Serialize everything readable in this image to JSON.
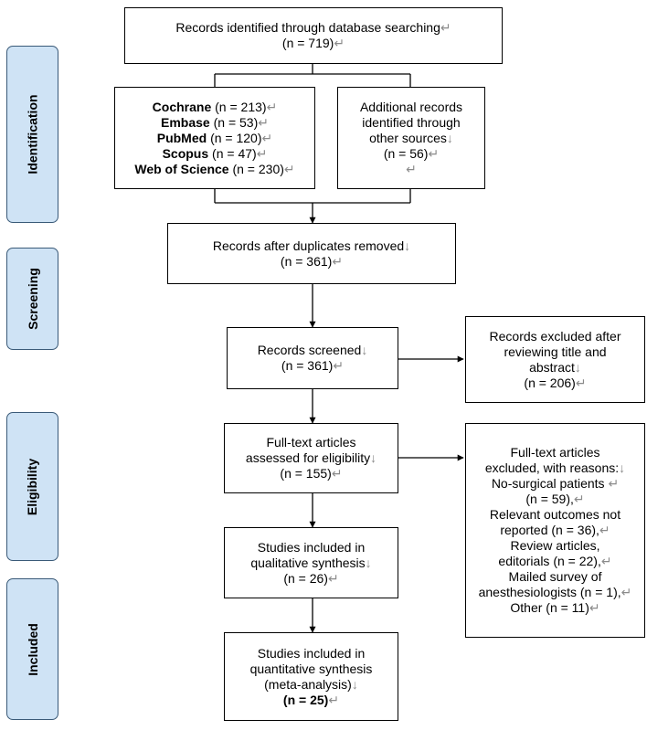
{
  "stages": {
    "identification": "Identification",
    "screening": "Screening",
    "eligibility": "Eligibility",
    "included": "Included"
  },
  "mark": "↵",
  "boxes": {
    "database": {
      "line1": "Records identified through database searching",
      "line2": "(n = 719)"
    },
    "sources": {
      "cochrane_name": "Cochrane",
      "cochrane_n": "(n = 213)",
      "embase_name": "Embase",
      "embase_n": "(n = 53)",
      "pubmed_name": "PubMed",
      "pubmed_n": "(n = 120)",
      "scopus_name": "Scopus",
      "scopus_n": "(n = 47)",
      "wos_name": "Web of Science",
      "wos_n": "(n = 230)"
    },
    "additional": {
      "line1": "Additional records",
      "line2": "identified through",
      "line3": "other sources",
      "line4": "(n = 56)"
    },
    "duplicates": {
      "line1": "Records after duplicates removed",
      "line2": "(n = 361)"
    },
    "screened": {
      "line1": "Records screened",
      "line2": "(n = 361)"
    },
    "excluded_title": {
      "line1": "Records excluded after",
      "line2": "reviewing title and",
      "line3": "abstract",
      "line4": "(n = 206)"
    },
    "fulltext": {
      "line1": "Full-text articles",
      "line2": "assessed for eligibility",
      "line3": "(n = 155)"
    },
    "excluded_reasons": {
      "line1": "Full-text articles",
      "line2": "excluded, with reasons:",
      "line3": "No-surgical patients",
      "line4": "(n = 59),",
      "line5": "Relevant outcomes not",
      "line6": "reported (n = 36),",
      "line7": "Review articles,",
      "line8": "editorials (n = 22),",
      "line9": "Mailed survey of",
      "line10": "anesthesiologists (n = 1),",
      "line11": "Other (n = 11)"
    },
    "qualitative": {
      "line1": "Studies included in",
      "line2": "qualitative synthesis",
      "line3": "(n = 26)"
    },
    "quantitative": {
      "line1": "Studies included in",
      "line2": "quantitative synthesis",
      "line3": "(meta-analysis)",
      "line4": "(n = 25)"
    }
  }
}
